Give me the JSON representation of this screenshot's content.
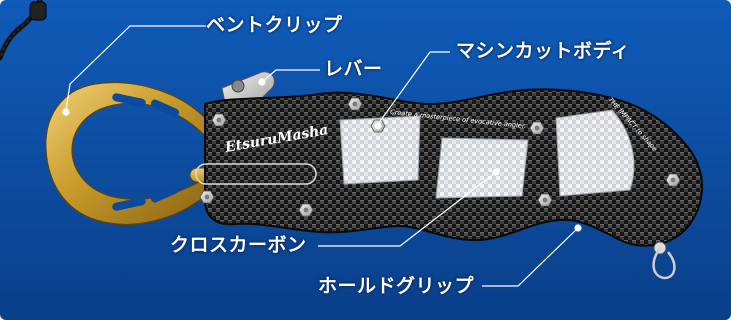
{
  "labels": {
    "vent_clip": "ベントクリップ",
    "lever": "レバー",
    "machined_body": "マシンカットボディ",
    "cross_carbon": "クロスカーボン",
    "hold_grip": "ホールドグリップ"
  },
  "product": {
    "brand_logo": "EtsuruMasha",
    "tagline": "Create a masterpiece of evocative angler.",
    "impact_text": "THE IMPACT to shape"
  },
  "colors": {
    "background_blue": "#0d4a9e",
    "gold": "#c89b2a",
    "carbon_dark": "#1b1b1b",
    "leader_line": "#ffffff"
  },
  "icons": [
    "lanyard-cord",
    "screw-bolt",
    "ring-hook"
  ]
}
